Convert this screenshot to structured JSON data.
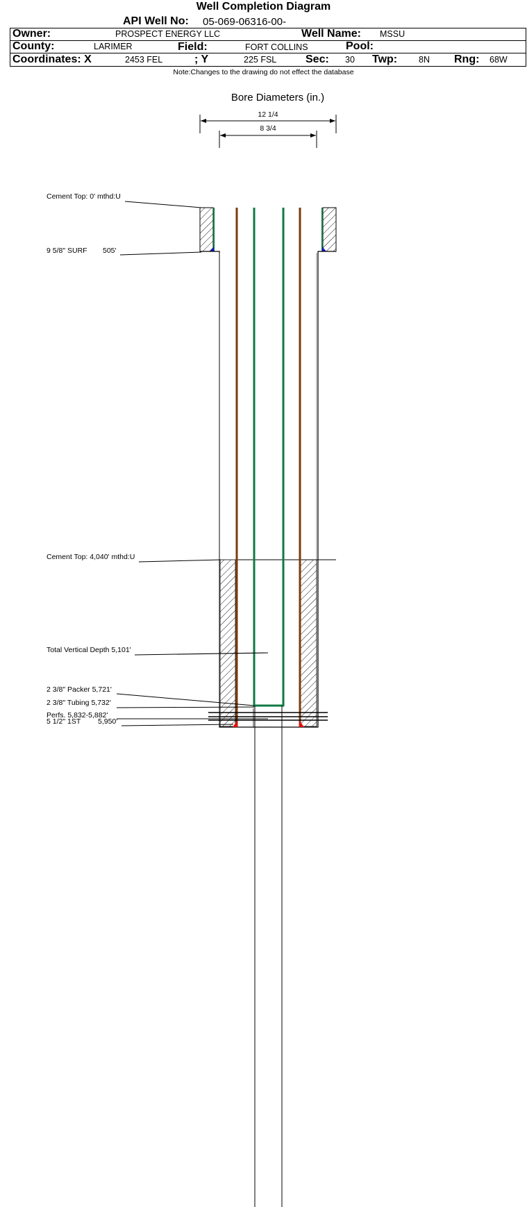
{
  "title": "Well Completion Diagram",
  "header": {
    "api_label": "API Well No:",
    "api_value": "05-069-06316-00-",
    "owner_label": "Owner:",
    "owner_value": "PROSPECT ENERGY LLC",
    "well_name_label": "Well Name:",
    "well_name_value": "MSSU",
    "county_label": "County:",
    "county_value": "LARIMER",
    "field_label": "Field:",
    "field_value": "FORT COLLINS",
    "pool_label": "Pool:",
    "pool_value": "",
    "coord_x_label": "Coordinates: X",
    "coord_x_value": "2453 FEL",
    "coord_y_label": "; Y",
    "coord_y_value": "225 FSL",
    "sec_label": "Sec:",
    "sec_value": "30",
    "twp_label": "Twp:",
    "twp_value": "8N",
    "rng_label": "Rng:",
    "rng_value": "68W"
  },
  "note": "Note:Changes to the drawing do not effect the database",
  "bore": {
    "title": "Bore Diameters (in.)",
    "diameters": [
      "12 1/4",
      "8 3/4"
    ]
  },
  "callouts": {
    "cement_top_surface": "Cement Top: 0' mthd:U",
    "surface_casing": "9 5/8\" SURF",
    "surface_casing_depth": "505'",
    "cement_top_production": "Cement Top: 4,040' mthd:U",
    "total_vertical_depth": "Total Vertical Depth 5,101'",
    "packer": "2 3/8\" Packer 5,721'",
    "tubing": "2 3/8\" Tubing 5,732'",
    "perfs": "Perfs. 5,832-5,882'",
    "production_casing": "5 1/2\" 1ST",
    "production_casing_depth": "5,950'"
  },
  "colors": {
    "casing": "#7a3c0c",
    "tubing": "#0f7a43",
    "shoe_surface": "#1515c8",
    "shoe_production": "#e0100d",
    "line": "#000000"
  }
}
